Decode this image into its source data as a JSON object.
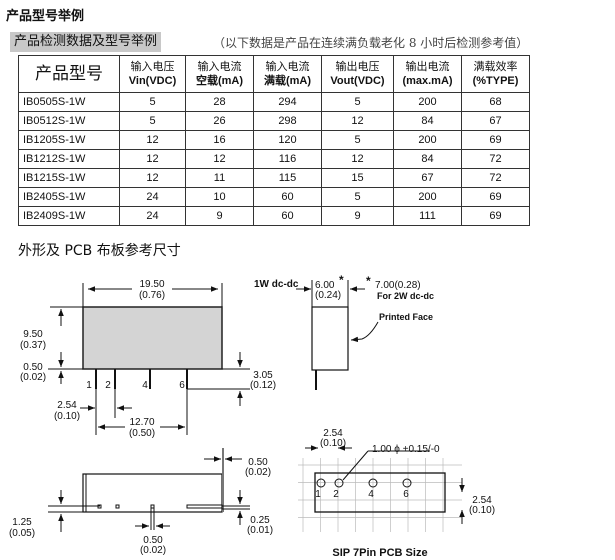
{
  "title": "产品型号举例",
  "section1": {
    "banner": "产品检测数据及型号举例",
    "note": "（以下数据是产品在连续满负载老化 8 小时后检测参考值）"
  },
  "table": {
    "headers": [
      {
        "l1": "产品型号",
        "l2": ""
      },
      {
        "l1": "输入电压",
        "l2": "Vin(VDC)"
      },
      {
        "l1": "输入电流",
        "l2": "空载(mA)"
      },
      {
        "l1": "输入电流",
        "l2": "满载(mA)"
      },
      {
        "l1": "输出电压",
        "l2": "Vout(VDC)"
      },
      {
        "l1": "输出电流",
        "l2": "(max.mA)"
      },
      {
        "l1": "满载效率",
        "l2": "(%TYPE)"
      }
    ],
    "rows": [
      [
        "IB0505S-1W",
        "5",
        "28",
        "294",
        "5",
        "200",
        "68"
      ],
      [
        "IB0512S-1W",
        "5",
        "26",
        "298",
        "12",
        "84",
        "67"
      ],
      [
        "IB1205S-1W",
        "12",
        "16",
        "120",
        "5",
        "200",
        "69"
      ],
      [
        "IB1212S-1W",
        "12",
        "12",
        "116",
        "12",
        "84",
        "72"
      ],
      [
        "IB1215S-1W",
        "12",
        "11",
        "115",
        "15",
        "67",
        "72"
      ],
      [
        "IB2405S-1W",
        "24",
        "10",
        "60",
        "5",
        "200",
        "69"
      ],
      [
        "IB2409S-1W",
        "24",
        "9",
        "60",
        "9",
        "111",
        "69"
      ]
    ]
  },
  "section2": {
    "title": "外形及 PCB 布板参考尺寸"
  },
  "front": {
    "w": "19.50",
    "w_in": "(0.76)",
    "h": "9.50",
    "h_in": "(0.37)",
    "gap": "0.50",
    "gap_in": "(0.02)",
    "pin_len": "3.05",
    "pin_len_in": "(0.12)",
    "pitch": "2.54",
    "pitch_in": "(0.10)",
    "span": "12.70",
    "span_in": "(0.50)",
    "pins": [
      "1",
      "2",
      "4",
      "6"
    ]
  },
  "side": {
    "label": "1W dc-dc",
    "w": "6.00",
    "w_in": "(0.24)",
    "star": "*",
    "alt": "7.00(0.28)",
    "alt_note": "For 2W dc-dc",
    "face": "Printed Face"
  },
  "bottom": {
    "t": "0.50",
    "t_in": "(0.02)",
    "h": "1.25",
    "h_in": "(0.05)",
    "p": "0.25",
    "p_in": "(0.01)",
    "pin_w": "0.50",
    "pin_w_in": "(0.02)"
  },
  "pcb": {
    "pitch": "2.54",
    "pitch_in": "(0.10)",
    "hole": "1.00 ϕ +0.15/-0",
    "row": "2.54",
    "row_in": "(0.10)",
    "pins": [
      "1",
      "2",
      "4",
      "6"
    ],
    "caption": "SIP 7Pin  PCB Size"
  }
}
